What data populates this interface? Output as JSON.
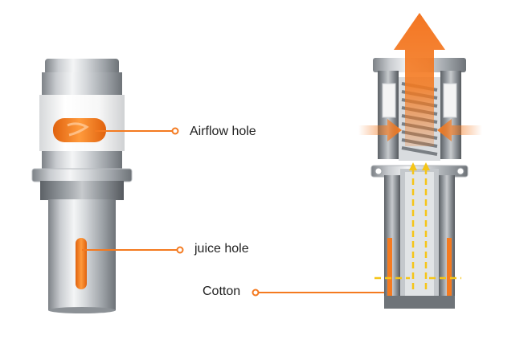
{
  "labels": {
    "airflow_hole": "Airflow hole",
    "juice_hole": "juice hole",
    "cotton": "Cotton"
  },
  "colors": {
    "accent_orange": "#f47a20",
    "metal_light": "#e4e6e8",
    "metal_mid": "#a9adb2",
    "metal_dark": "#6b7075",
    "sleeve_white": "#f6f6f6",
    "cutaway_gray": "#9fa3a8",
    "airflow_dash": "#f5c518",
    "label_text": "#222222"
  },
  "icons": {
    "airflow_arrow": "airflow-up-arrow-icon",
    "side_inflow": "side-inflow-arrow-icon"
  }
}
